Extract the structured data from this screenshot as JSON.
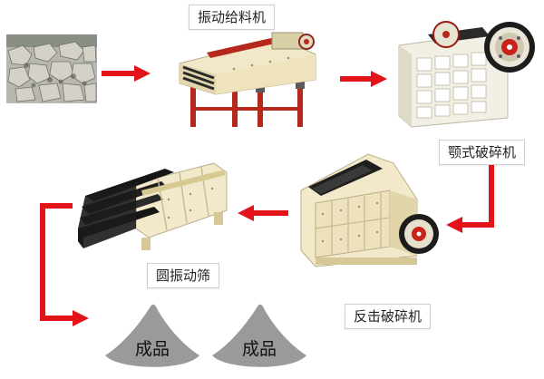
{
  "labels": {
    "feeder": "振动给料机",
    "jaw_crusher": "颚式破碎机",
    "impact_crusher": "反击破碎机",
    "screen": "圆振动筛"
  },
  "products": [
    "成品",
    "成品"
  ],
  "colors": {
    "arrow": "#e2141a",
    "machine_body": "#f1e8c9",
    "machine_dark": "#1c1c1c",
    "frame_red": "#b6281c",
    "pile_gray": "#9a9a9a"
  }
}
